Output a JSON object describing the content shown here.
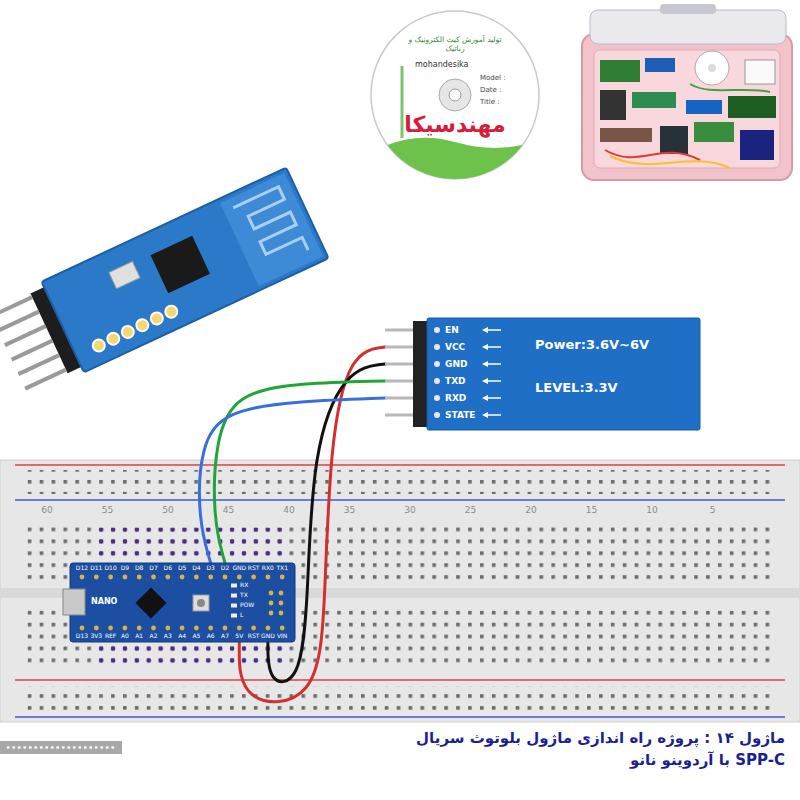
{
  "diagram": {
    "caption": "ماژول ۱۴ : پروژه راه اندازی ماژول بلوتوث سریال SPP-C با آردوینو نانو",
    "nodes": [
      {
        "text": [
          "تولید آموزش کیت الکترونیک و رباتیک",
          "mohandesika",
          "Model :",
          "Date :",
          "Title :",
          "مهندسیکا"
        ]
      },
      {
        "text": [
          "EN",
          "VCC",
          "GND",
          "TXD",
          "RXD",
          "STATE",
          "Power:3.6V~6V",
          "LEVEL:3.3V"
        ]
      },
      {
        "text": [
          "NANO",
          "D12",
          "D11",
          "D10",
          "D9",
          "D8",
          "D7",
          "D6",
          "D5",
          "D4",
          "D3",
          "D2",
          "GND",
          "RST",
          "RX0",
          "TX1",
          "D13",
          "3V3",
          "REF",
          "A0",
          "A1",
          "A2",
          "A3",
          "A4",
          "A5",
          "A6",
          "A7",
          "5V",
          "RST",
          "GND",
          "VIN",
          "RX",
          "TX",
          "POW",
          "L"
        ]
      }
    ],
    "edges": [
      {
        "from": 1,
        "to": 2,
        "arrow": "none"
      },
      {
        "from": 1,
        "to": 2,
        "arrow": "none"
      },
      {
        "from": 1,
        "to": 2,
        "arrow": "none"
      },
      {
        "from": 1,
        "to": 2,
        "arrow": "none"
      }
    ],
    "labels": [
      "60",
      "55",
      "50",
      "45",
      "40",
      "35",
      "30",
      "25",
      "20",
      "15",
      "10",
      "5"
    ]
  }
}
